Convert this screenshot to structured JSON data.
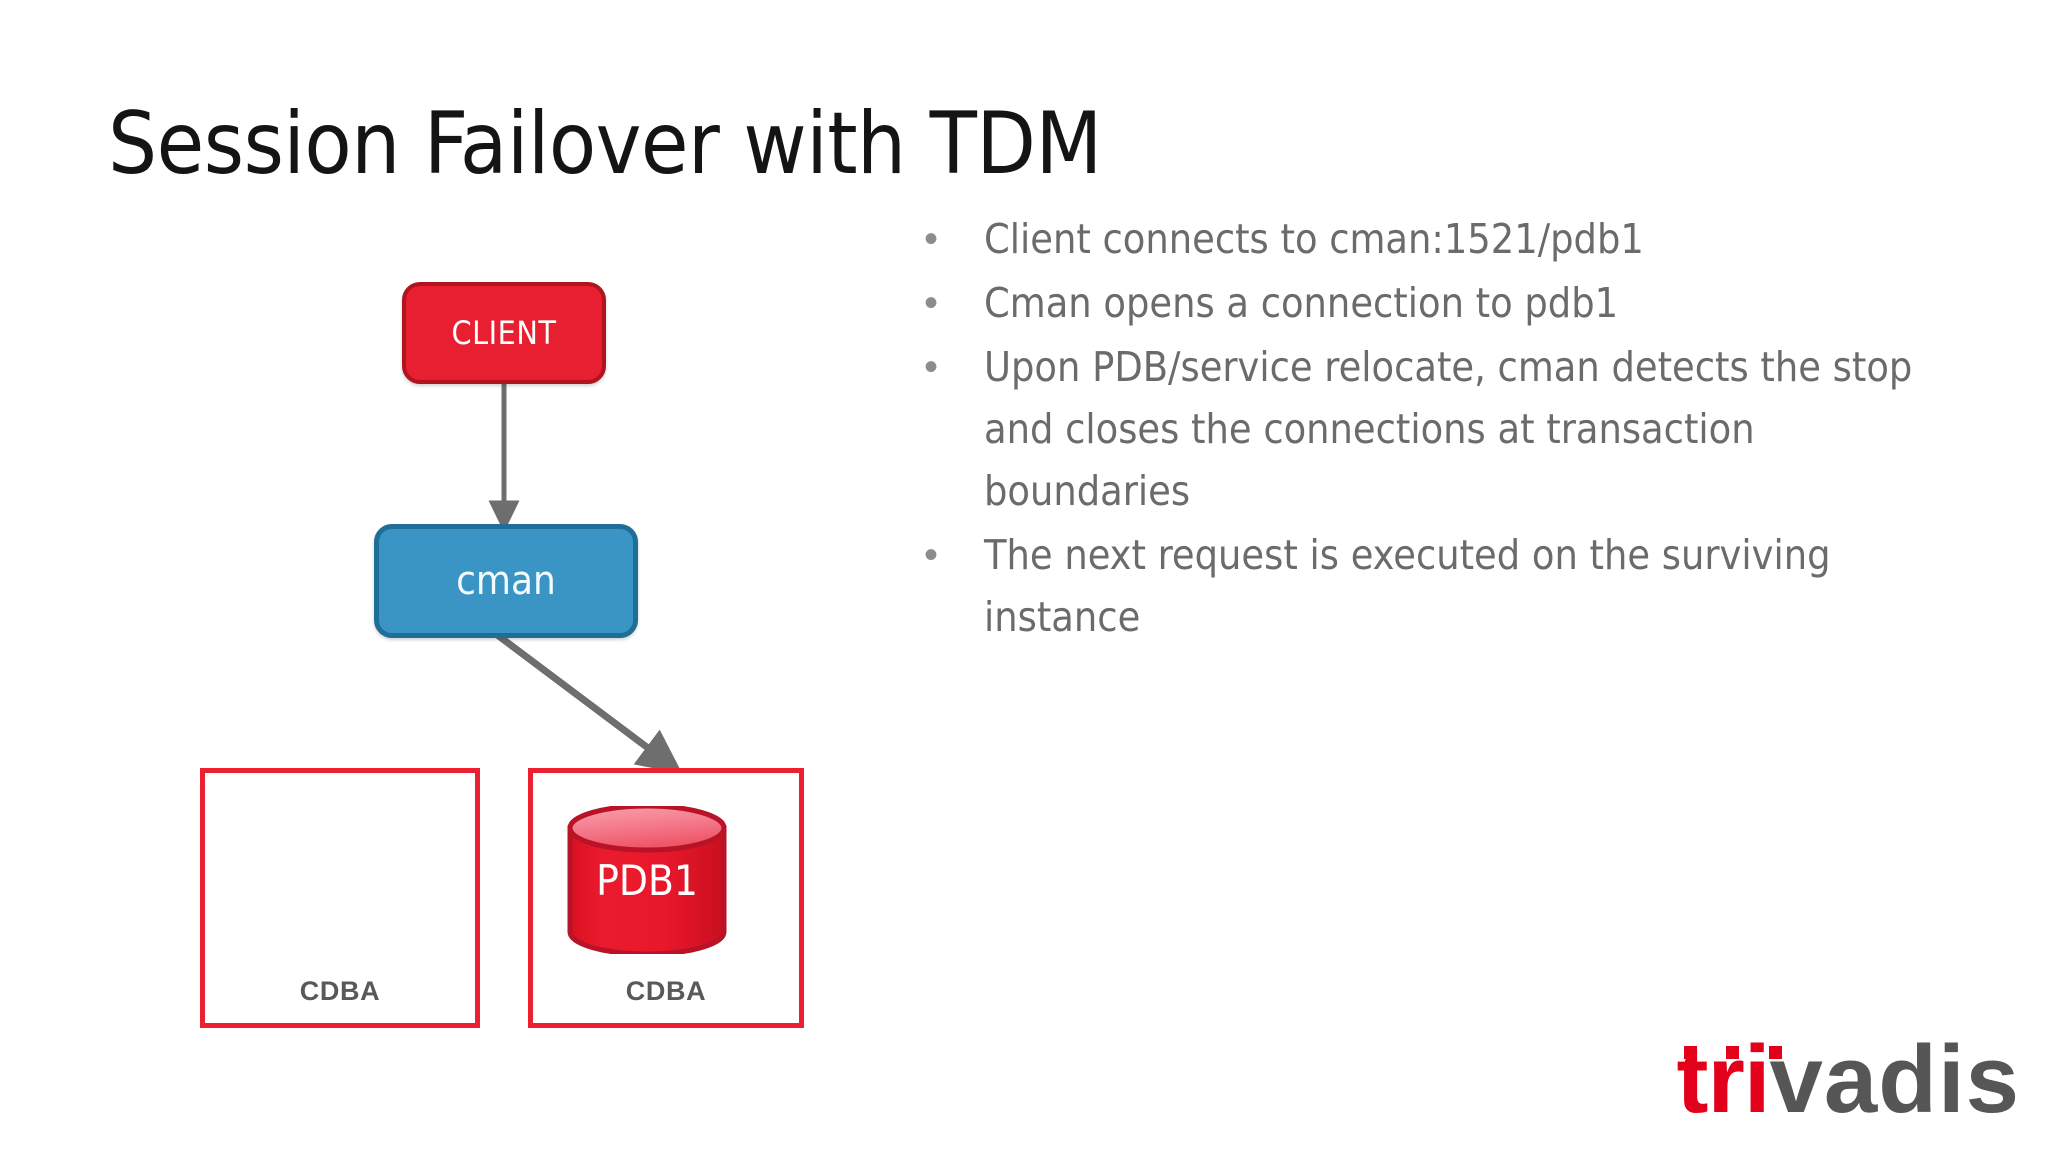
{
  "slide": {
    "title": "Session Failover with TDM",
    "background_color": "#ffffff"
  },
  "bullets": {
    "marker": "•",
    "color": "#6b6b6b",
    "items": [
      "Client connects to cman:1521/pdb1",
      "Cman opens a connection to pdb1",
      "Upon PDB/service relocate, cman detects the stop and closes the connections at transaction boundaries",
      "The next request is executed on the surviving instance"
    ]
  },
  "diagram": {
    "client_node": {
      "label": "CLIENT",
      "fill": "#E81F30",
      "border": "#B0141F",
      "text_color": "#ffffff"
    },
    "cman_node": {
      "label": "cman",
      "fill": "#3B95C4",
      "border": "#1E6E97",
      "text_color": "#f2fbff"
    },
    "container_left": {
      "label": "CDBA",
      "border": "#ED2032",
      "contains_db": "no"
    },
    "container_right": {
      "label": "CDBA",
      "border": "#ED2032",
      "contains_db": "yes"
    },
    "database": {
      "label": "PDB1",
      "body_fill": "#E8172B",
      "top_fill": "#F4798A",
      "stroke": "#B81326",
      "text_color": "#ffffff"
    },
    "arrows": [
      {
        "name": "client-to-cman",
        "from": "CLIENT",
        "to": "cman",
        "color": "#6E6E6E",
        "style": "straight-down"
      },
      {
        "name": "cman-to-pdb1",
        "from": "cman",
        "to": "CDBA right container",
        "color": "#6E6E6E",
        "style": "diagonal"
      }
    ]
  },
  "logo": {
    "part_red": "tri",
    "part_gray": "vadis",
    "red": "#E2001A",
    "gray": "#565656"
  }
}
